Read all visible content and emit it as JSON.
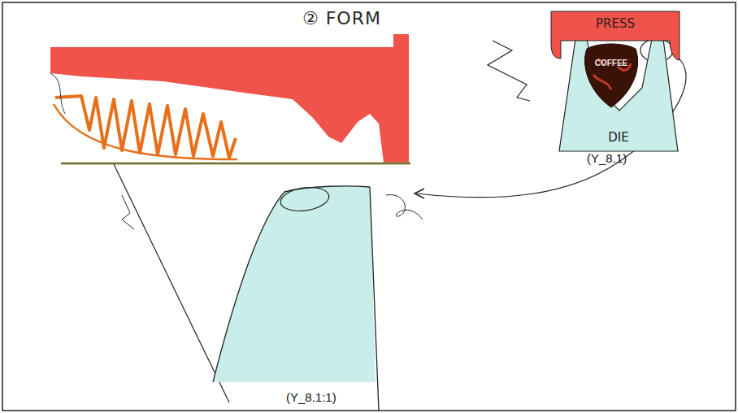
{
  "diagram": {
    "title": "② FORM",
    "nodes": [
      {
        "text": [
          "PRESS"
        ]
      },
      {
        "text": [
          "COFFEE"
        ]
      },
      {
        "text": [
          "DIE"
        ]
      }
    ],
    "labels": [
      "(Y_8.1)",
      "(Y_8.1:1)"
    ]
  }
}
